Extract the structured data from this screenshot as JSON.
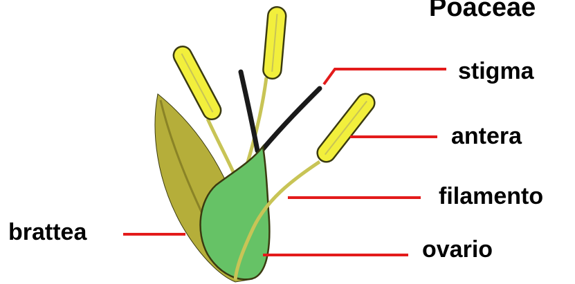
{
  "title": "Poaceae",
  "labels": {
    "stigma": "stigma",
    "antera": "antera",
    "filamento": "filamento",
    "ovario": "ovario",
    "brattea": "brattea"
  },
  "colors": {
    "ovary": "#66c266",
    "bract": "#b5ae3a",
    "bract_dark": "#8a8326",
    "anther": "#f2ef3c",
    "filament": "#c8c456",
    "stigma": "#1a1a1a",
    "leader_line": "#e31b1b",
    "outline": "#3a3a10"
  }
}
